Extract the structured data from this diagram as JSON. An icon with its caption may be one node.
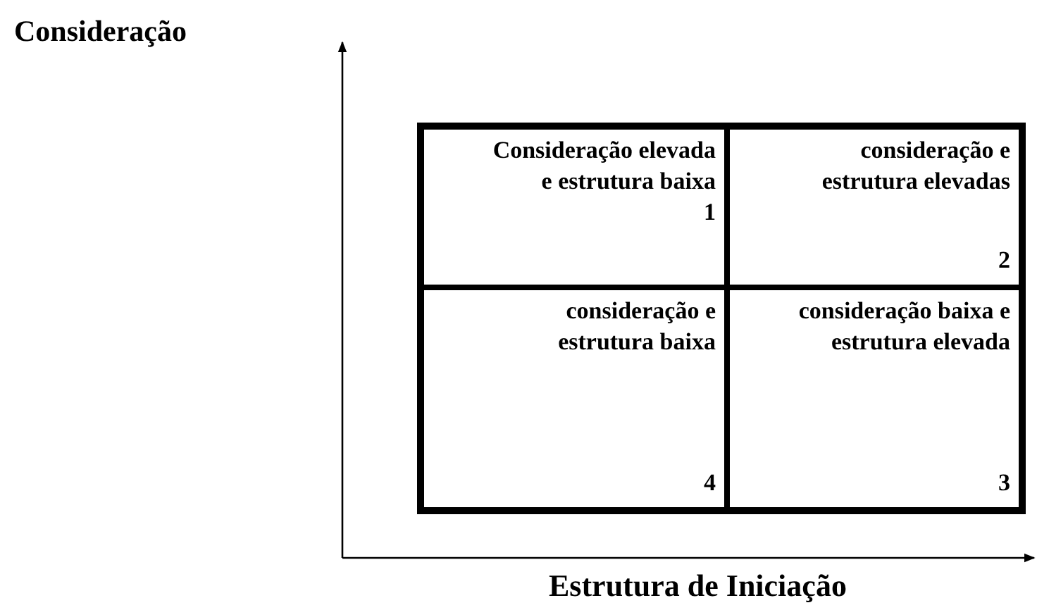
{
  "diagram": {
    "nodes": [
      {
        "text": [],
        "shape": "box"
      },
      {
        "text": [
          "Consideração elevada e estrutura baixa",
          "1"
        ],
        "in": 0
      },
      {
        "text": [
          "consideração e estrutura elevadas",
          "2"
        ],
        "in": 0
      },
      {
        "text": [
          "consideração e estrutura baixa",
          "4"
        ],
        "in": 0
      },
      {
        "text": [
          "consideração baixa e estrutura elevada",
          "3"
        ],
        "in": 0
      }
    ],
    "edges": [],
    "labels": [
      "Consideração",
      "Estrutura de Iniciação"
    ]
  }
}
